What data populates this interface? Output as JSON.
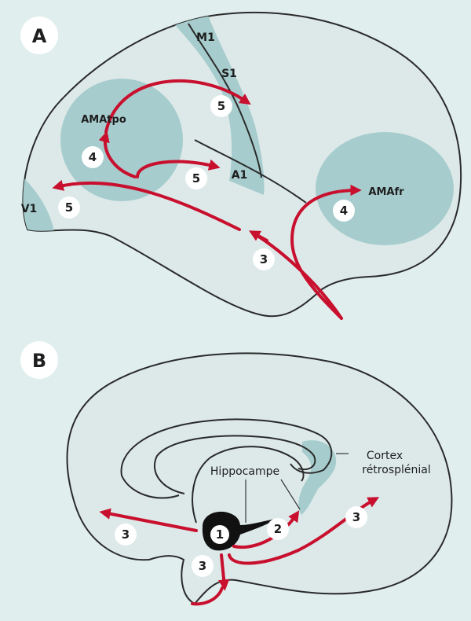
{
  "colors": {
    "background": "#e1eeee",
    "cortex": "#dde9e9",
    "area": "#a6cccd",
    "arrow": "#c8102e",
    "outline": "#2a2a2a"
  },
  "panel_a": {
    "letter": "A",
    "labels": {
      "m1": "M1",
      "s1": "S1",
      "a1": "A1",
      "v1": "V1",
      "amatpo": "AMAtpo",
      "amafr": "AMAfr"
    },
    "badges": [
      "5",
      "4",
      "5",
      "5",
      "4",
      "3"
    ]
  },
  "panel_b": {
    "letter": "B",
    "labels": {
      "hippocampe": "Hippocampe",
      "cortex_line1": "Cortex",
      "cortex_line2": "rétrosplénial"
    },
    "badges": [
      "1",
      "2",
      "3",
      "3",
      "3"
    ]
  }
}
